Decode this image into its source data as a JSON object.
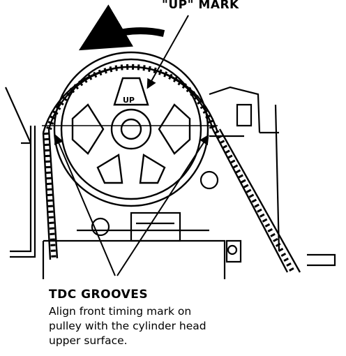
{
  "labels": {
    "up_mark": "\"UP\" MARK",
    "up_on_pulley": "UP",
    "tdc_title": "TDC GROOVES",
    "tdc_caption": [
      "Align front timing mark on",
      "pulley with the cylinder head",
      "upper surface."
    ]
  },
  "colors": {
    "ink": "#000000",
    "paper": "#ffffff"
  },
  "icons": {
    "rotation_arrow": "curved-arrow-left"
  }
}
